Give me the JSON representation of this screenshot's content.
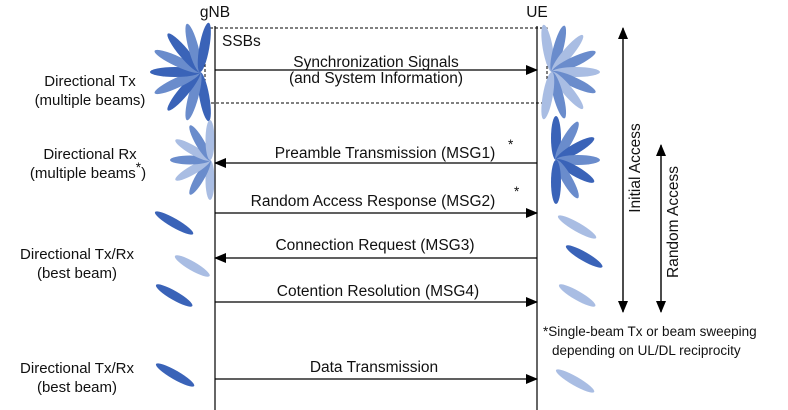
{
  "entities": {
    "gnb": "gNB",
    "ue": "UE"
  },
  "ssb_box_label": "SSBs",
  "messages": [
    {
      "id": "sync",
      "line1": "Synchronization Signals",
      "line2": "(and System Information)",
      "direction": "to_ue"
    },
    {
      "id": "msg1",
      "text": "Preamble Transmission (MSG1)",
      "note": "*",
      "direction": "to_gnb"
    },
    {
      "id": "msg2",
      "text": "Random Access Response (MSG2)",
      "note": "*",
      "direction": "to_ue"
    },
    {
      "id": "msg3",
      "text": "Connection Request (MSG3)",
      "direction": "to_gnb"
    },
    {
      "id": "msg4",
      "text": "Cotention Resolution (MSG4)",
      "direction": "to_ue"
    },
    {
      "id": "data",
      "text": "Data Transmission",
      "direction": "to_ue"
    }
  ],
  "side_labels": [
    {
      "id": "tx-multi",
      "line1": "Directional Tx",
      "line2": "(multiple beams)"
    },
    {
      "id": "rx-multi",
      "line1": "Directional Rx",
      "line2": "(multiple beams",
      "sup": "*",
      "tail": ")"
    },
    {
      "id": "txrx-best-1",
      "line1": "Directional Tx/Rx",
      "line2": "(best beam)"
    },
    {
      "id": "txrx-best-2",
      "line1": "Directional Tx/Rx",
      "line2": "(best beam)"
    }
  ],
  "phases": [
    {
      "id": "initial-access",
      "label": "Initial Access"
    },
    {
      "id": "random-access",
      "label": "Random Access"
    }
  ],
  "footnote": {
    "line1": "*Single-beam Tx or beam sweeping",
    "line2": "depending on UL/DL reciprocity"
  },
  "colors": {
    "beam_dark": "#3a63b8",
    "beam_mid": "#6a8ccc",
    "beam_light": "#a9bde3",
    "line": "#000000"
  }
}
